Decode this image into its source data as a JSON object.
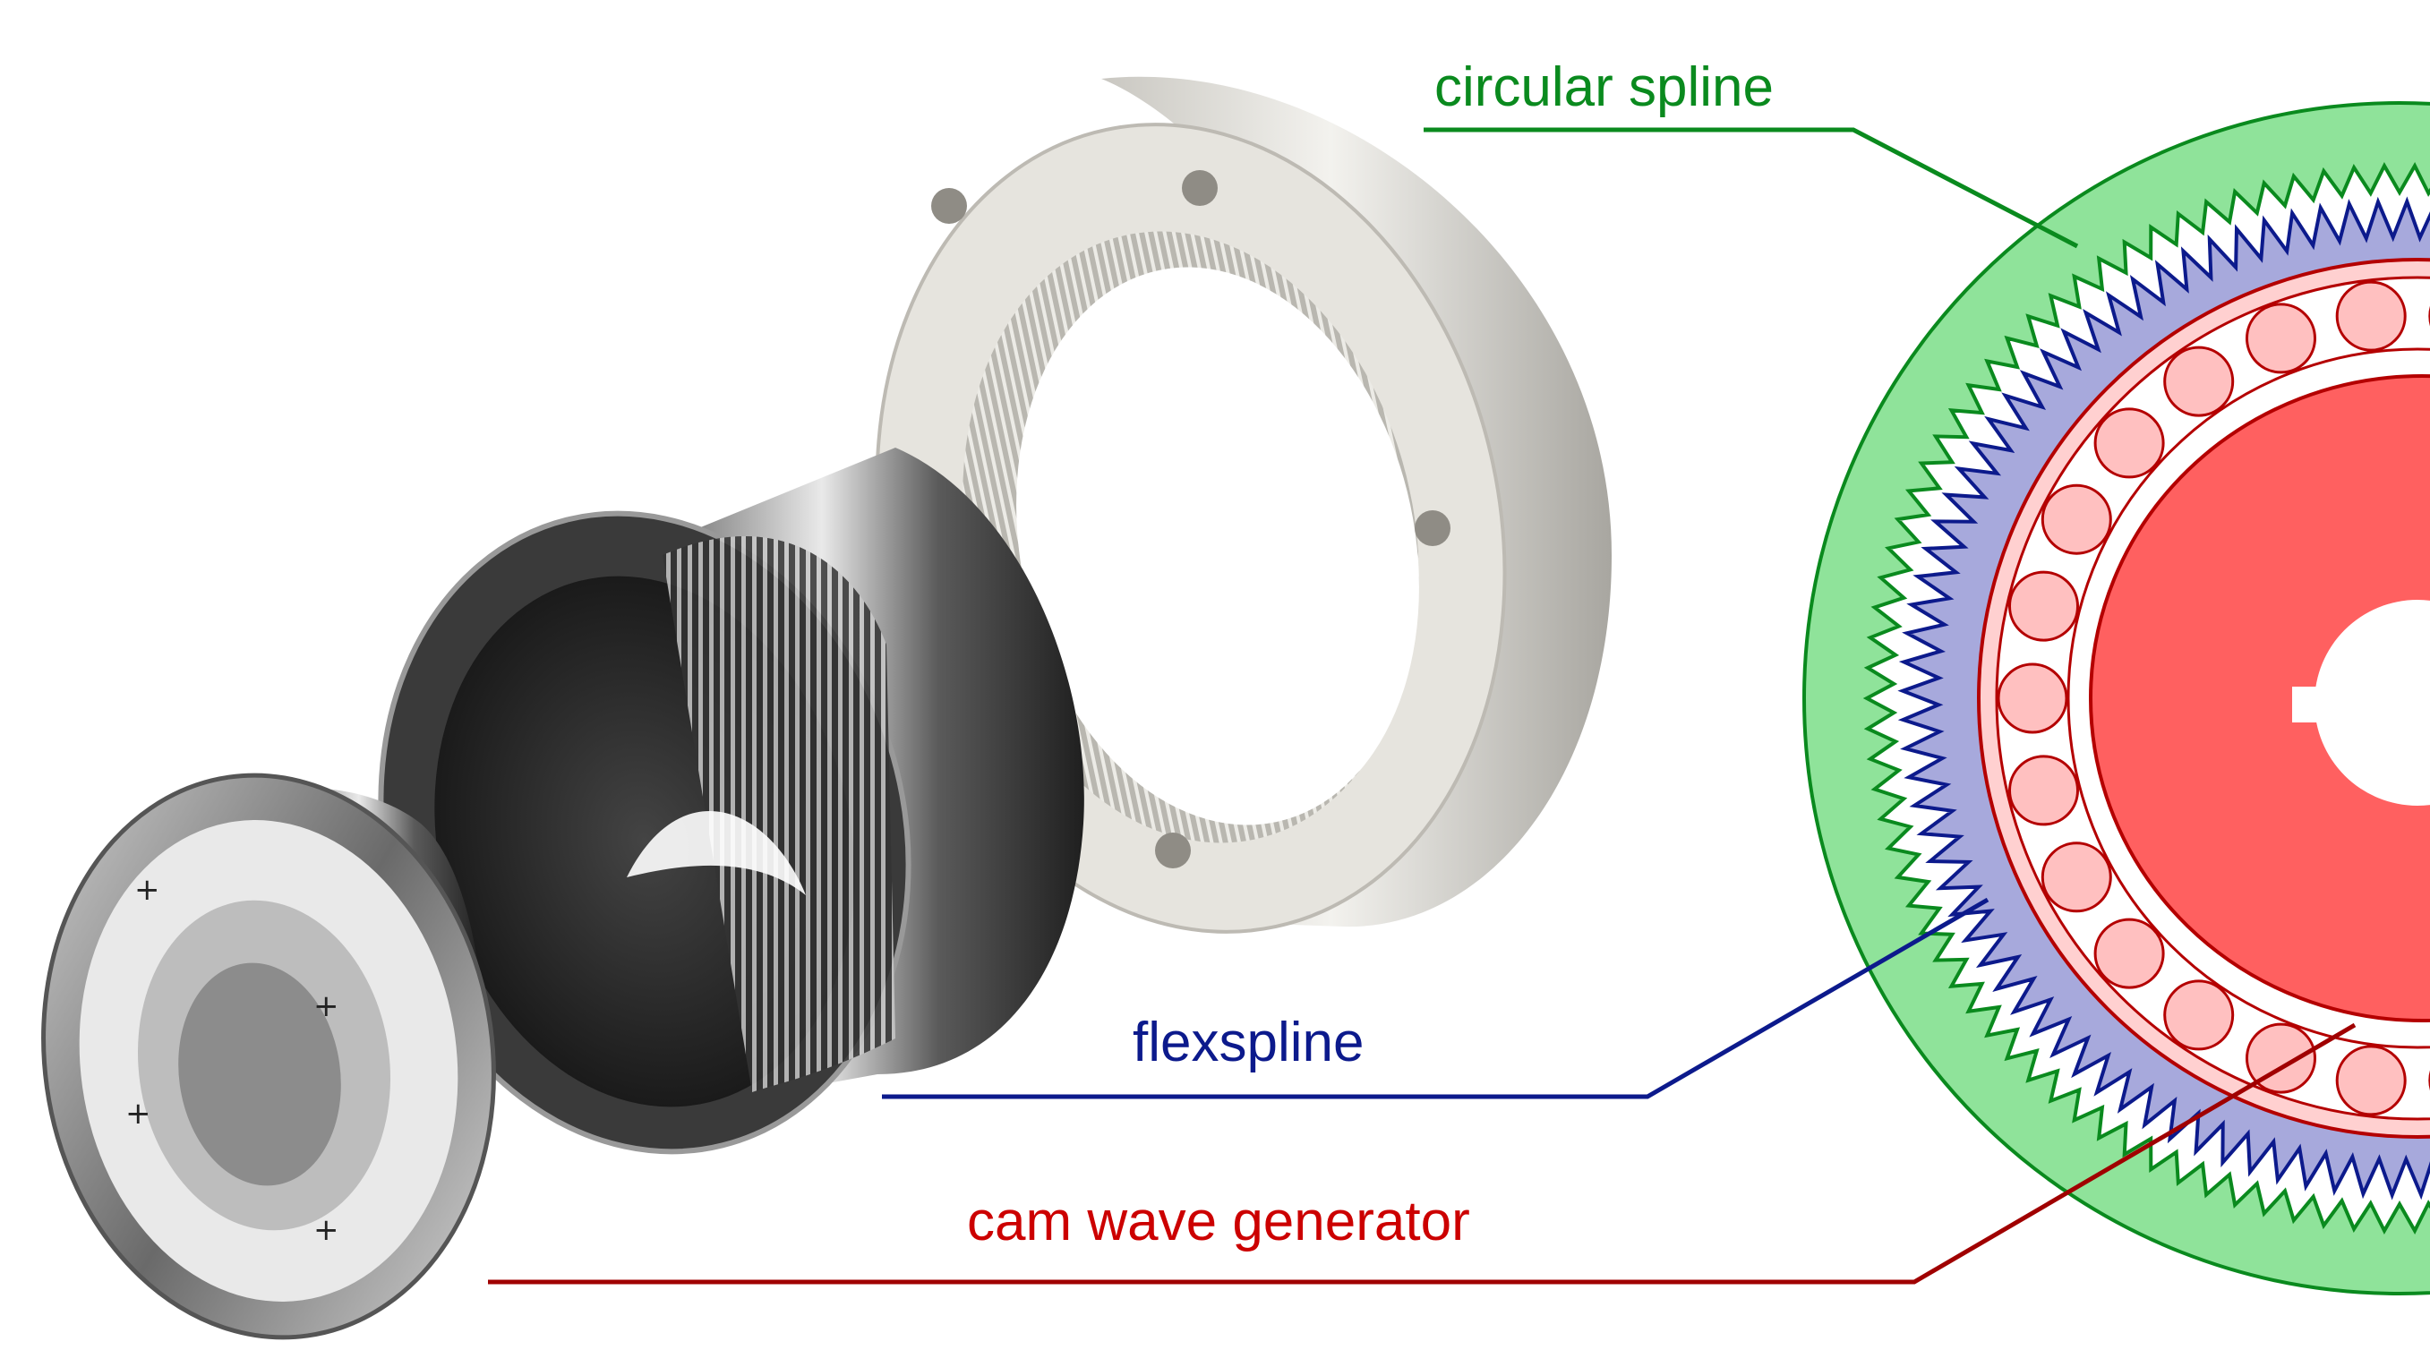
{
  "labels": {
    "circular_spline": "circular spline",
    "flexspline": "flexspline",
    "cam_wave_generator": "cam wave generator"
  },
  "colors": {
    "circular_spline": "#0a8a1e",
    "flexspline": "#0c1a8c",
    "cam_wave_generator": "#cc0000",
    "leader_cam": "#a00000",
    "green_fill": "#8fe39a",
    "blue_fill": "#a7a9dc",
    "red_fill": "#ff6060",
    "ball_fill": "#ffc0c0",
    "ring_fill": "#ffd0d0"
  }
}
